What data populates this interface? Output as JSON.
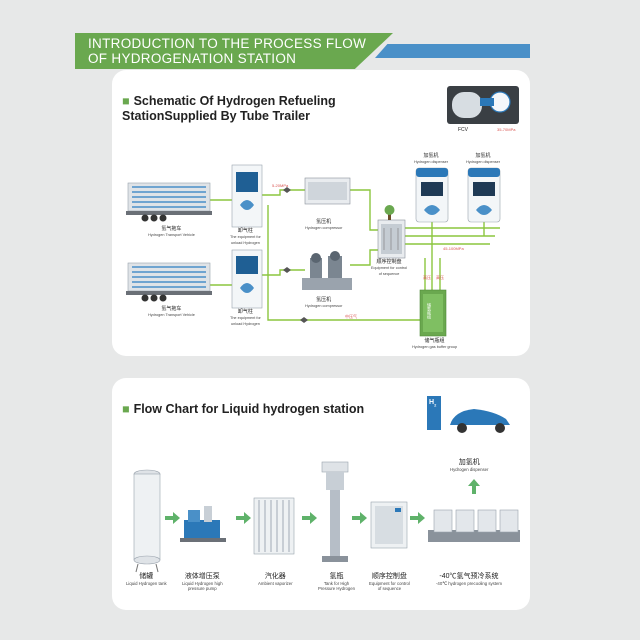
{
  "banner": {
    "line1": "INTRODUCTION TO THE PROCESS FLOW",
    "line2": "OF HYDROGENATION STATION"
  },
  "section1": {
    "title_line1": "Schematic Of Hydrogen Refueling",
    "title_line2": "StationSupplied By Tube Trailer",
    "fcv": "FCV",
    "fcv_pressure": "35-70MPa",
    "dispenser1": {
      "zh": "加氢机",
      "en": "Hydrogen dispenser"
    },
    "dispenser2": {
      "zh": "加氢机",
      "en": "Hydrogen dispenser"
    },
    "trailer1": {
      "zh": "氢气拖车",
      "en": "Hydrogen Transport Vehicle"
    },
    "trailer2": {
      "zh": "氢气拖车",
      "en": "Hydrogen Transport Vehicle"
    },
    "unload1": {
      "zh": "卸气柱",
      "en1": "The equipment for",
      "en2": "unload Hydrogen"
    },
    "unload2": {
      "zh": "卸气柱",
      "en1": "The equipment for",
      "en2": "unload Hydrogen"
    },
    "compressor1": {
      "zh": "氢压机",
      "en": "Hydrogen compressor"
    },
    "compressor2": {
      "zh": "氢压机",
      "en": "Hydrogen compressor"
    },
    "control": {
      "zh": "顺序控制盘",
      "en1": "Equipment for control",
      "en2": "of sequence"
    },
    "buffer": {
      "zh": "储气瓶组",
      "en": "Hydrogen gas buffer group"
    },
    "p_inlet": "5-20MPa",
    "p_high": "45-100MPa",
    "p_mid": "中压气",
    "p_hi1": "高压",
    "p_hi2": "高压",
    "buffer_mark": "储氢瓶组"
  },
  "section2": {
    "title": "Flow Chart for Liquid hydrogen station",
    "steps": [
      {
        "zh": "储罐",
        "en1": "Liquid Hydrogen tank",
        "en2": ""
      },
      {
        "zh": "液体增压泵",
        "en1": "Liquid Hydrogen high",
        "en2": "pressure pump"
      },
      {
        "zh": "汽化器",
        "en1": "Ambient vaporizer",
        "en2": ""
      },
      {
        "zh": "氢瓶",
        "en1": "Tank for High",
        "en2": "Pressure Hydrogen"
      },
      {
        "zh": "顺序控制盘",
        "en1": "Equipment for control",
        "en2": "of sequence"
      },
      {
        "zh": "-40℃氢气预冷系统",
        "en1": "-40℃ hydrogen precooling system",
        "en2": ""
      }
    ],
    "dispenser": {
      "zh": "加氢机",
      "en": "Hydrogen dispenser"
    },
    "h2_mark": "H",
    "h2_sub": "2"
  },
  "colors": {
    "green": "#6aa84f",
    "blue": "#4a90c8",
    "pipe": "#8cc63f",
    "arrow": "#5fb26a"
  }
}
